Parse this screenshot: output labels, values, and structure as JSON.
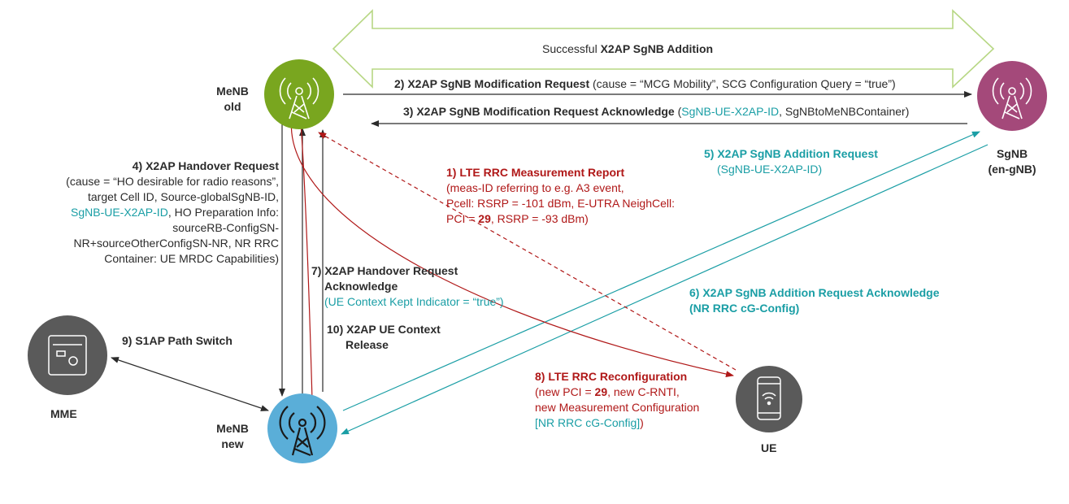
{
  "colors": {
    "menb_old": "#79a61f",
    "menb_new": "#5aaed8",
    "sgnb": "#a4497a",
    "gray_node": "#5a5a5a",
    "red": "#b01818",
    "teal": "#1a9ea5",
    "black": "#2b2b2b",
    "banner": "#b7d784"
  },
  "icons": {
    "menb_old": "antenna-icon",
    "menb_new": "antenna-icon",
    "sgnb": "antenna-icon",
    "mme": "server-icon",
    "ue": "smartphone-icon"
  },
  "nodes": {
    "menb_old": "MeNB\nold",
    "menb_new": "MeNB\nnew",
    "sgnb": "SgNB\n(en-gNB)",
    "mme": "MME",
    "ue": "UE"
  },
  "banner": {
    "prefix": "Successful ",
    "bold": "X2AP SgNB Addition"
  },
  "messages": {
    "m1": {
      "title": "1) LTE RRC Measurement Report",
      "l1": "(meas-ID referring to e.g. A3 event,",
      "l2": "Pcell: RSRP = -101 dBm, E-UTRA NeighCell:",
      "l3a": "PCI = ",
      "l3b": "29",
      "l3c": ", RSRP = -93 dBm)"
    },
    "m2": {
      "title": "2) X2AP SgNB Modification Request",
      "detail": " (cause = “MCG Mobility”, SCG Configuration Query = “true”)"
    },
    "m3": {
      "title": "3) X2AP SgNB Modification Request Acknowledge",
      "open": " (",
      "teal": "SgNB-UE-X2AP-ID",
      "rest": ", SgNBtoMeNBContainer)"
    },
    "m4": {
      "title": "4) X2AP Handover Request",
      "l1": "(cause = “HO desirable for radio reasons”,",
      "l2": "target Cell ID, Source-globalSgNB-ID,",
      "l3teal": "SgNB-UE-X2AP-ID",
      "l3rest": ", HO Preparation Info:",
      "l4": "sourceRB-ConfigSN-",
      "l5": "NR+sourceOtherConfigSN-NR, NR RRC",
      "l6": "Container: UE MRDC Capabilities)"
    },
    "m5": {
      "title": "5) X2AP SgNB Addition Request",
      "detail": "(SgNB-UE-X2AP-ID)"
    },
    "m6": {
      "title": "6) X2AP SgNB Addition Request Acknowledge",
      "detail": "(NR RRC cG-Config)"
    },
    "m7": {
      "title1": "7) X2AP Handover Request",
      "title2": "Acknowledge",
      "detail": "(UE Context Kept Indicator = “true”)"
    },
    "m8": {
      "title": "8) LTE RRC Reconfiguration",
      "l1a": "(new PCI = ",
      "l1b": "29",
      "l1c": ", new C-RNTI,",
      "l2": "new Measurement Configuration",
      "l3teal": "[NR RRC cG-Config]",
      "l3red": ")"
    },
    "m9": {
      "title": "9) S1AP Path Switch"
    },
    "m10": {
      "title1": "10) X2AP UE Context",
      "title2": "Release"
    }
  }
}
